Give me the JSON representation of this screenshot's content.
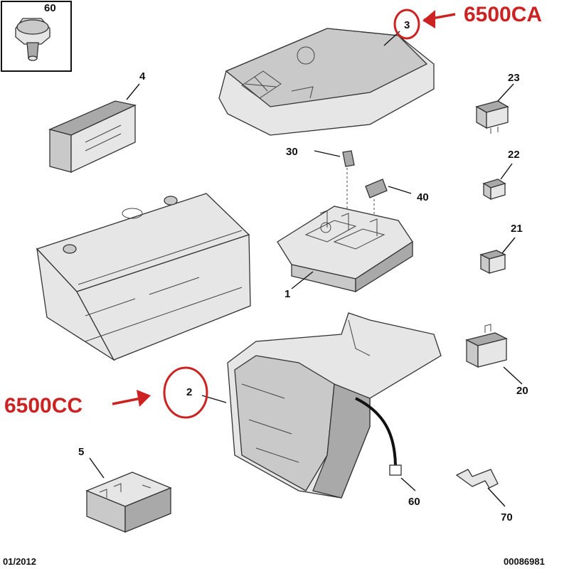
{
  "callouts": {
    "c60_box": "60",
    "c4": "4",
    "c3": "3",
    "c23": "23",
    "c30": "30",
    "c22": "22",
    "c40": "40",
    "c21": "21",
    "c1": "1",
    "c20": "20",
    "c2": "2",
    "c5": "5",
    "c60": "60",
    "c70": "70"
  },
  "annotations": {
    "top_ref": "6500CA",
    "left_ref": "6500CC",
    "accent_color": "#cc2222"
  },
  "footer": {
    "date": "01/2012",
    "code": "00086981"
  }
}
